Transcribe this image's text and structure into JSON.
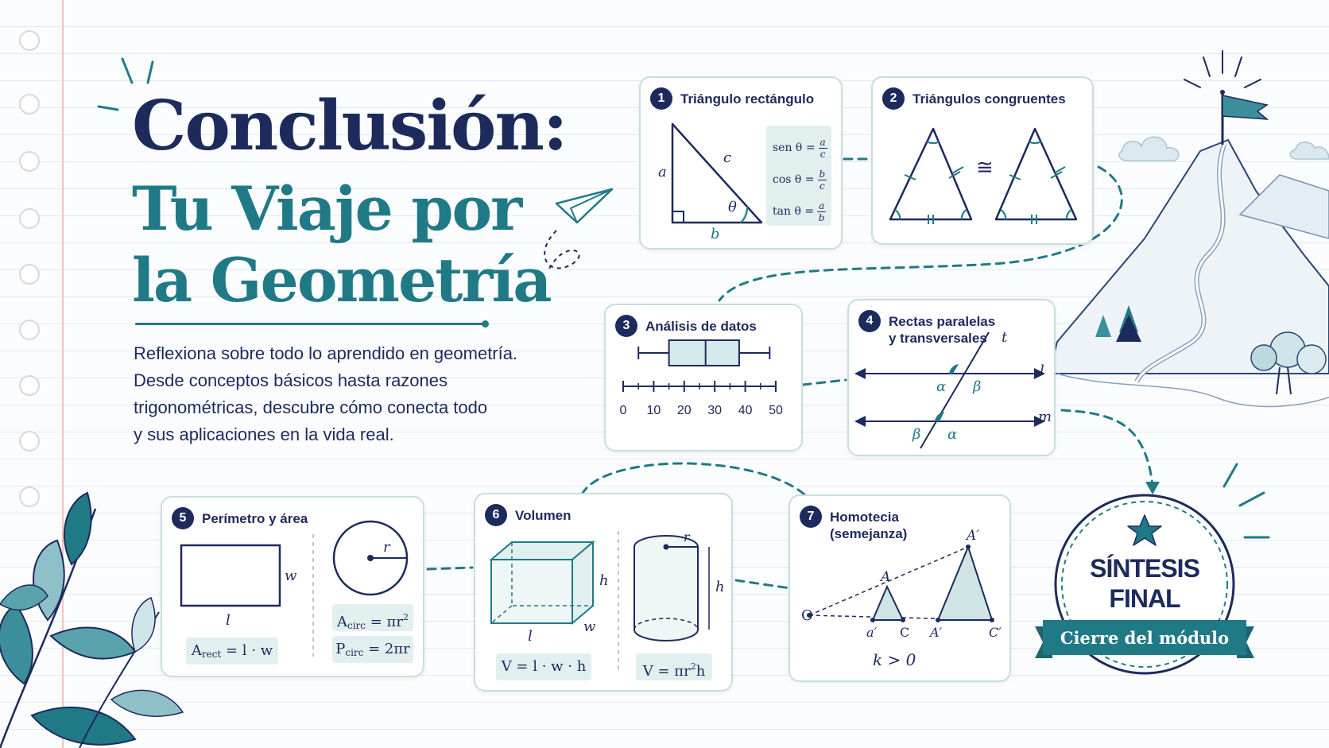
{
  "header": {
    "title_line1": "Conclusión:",
    "title_line2": "Tu Viaje por",
    "title_line3": "la Geometría"
  },
  "intro": {
    "line1": "Reflexiona sobre todo lo aprendido en geometría.",
    "line2": "Desde conceptos básicos hasta razones",
    "line3": "trigonométricas, descubre cómo conecta todo",
    "line4": "y sus aplicaciones en la vida real."
  },
  "colors": {
    "navy": "#1d2a5c",
    "teal": "#207a86",
    "light_teal": "#d4eaea",
    "formula_bg": "#e2efef"
  },
  "cards": [
    {
      "number": "1",
      "title": "Triángulo rectángulo",
      "labels": {
        "a": "a",
        "b": "b",
        "c": "c",
        "theta": "θ"
      },
      "formulas": [
        {
          "fn": "sen θ =",
          "num": "a",
          "den": "c"
        },
        {
          "fn": "cos θ =",
          "num": "b",
          "den": "c"
        },
        {
          "fn": "tan θ =",
          "num": "a",
          "den": "b"
        }
      ]
    },
    {
      "number": "2",
      "title": "Triángulos congruentes",
      "symbol": "≅"
    },
    {
      "number": "3",
      "title": "Análisis de datos",
      "boxplot": {
        "min": 5,
        "q1": 15,
        "median": 27,
        "q3": 38,
        "max": 48
      },
      "axis_ticks": [
        "0",
        "10",
        "20",
        "30",
        "40",
        "50"
      ]
    },
    {
      "number": "4",
      "title_line1": "Rectas paralelas",
      "title_line2": "y transversales",
      "labels": {
        "t": "t",
        "l": "l",
        "m": "m",
        "alpha": "α",
        "beta": "β"
      }
    },
    {
      "number": "5",
      "title": "Perímetro y área",
      "labels": {
        "l": "l",
        "w": "w",
        "r": "r"
      },
      "rect_area": {
        "prefix": "A",
        "sub": "rect",
        "expr": " = l · w"
      },
      "circle_area": {
        "prefix": "A",
        "sub": "circ",
        "expr": " = πr",
        "sup": "2"
      },
      "circle_perimeter": {
        "prefix": "P",
        "sub": "circ",
        "expr": " = 2πr"
      }
    },
    {
      "number": "6",
      "title": "Volumen",
      "labels": {
        "l": "l",
        "w": "w",
        "h": "h",
        "r": "r"
      },
      "prism_volume": "V = l · w · h",
      "cylinder_volume": {
        "expr": "V = πr",
        "sup": "2",
        "tail": "h"
      }
    },
    {
      "number": "7",
      "title_line1": "Homotecia",
      "title_line2": "(semejanza)",
      "labels": {
        "O": "O",
        "A": "A",
        "A_prime": "A′",
        "a_prime": "a′",
        "C": "C",
        "C_prime": "C′",
        "A2_prime": "A′"
      },
      "ratio": "k > 0"
    }
  ],
  "seal": {
    "line1": "SÍNTESIS",
    "line2": "FINAL",
    "banner": "Cierre del módulo"
  },
  "decor_icons": [
    "paper-plane-icon",
    "mountain-flag-icon",
    "leaves-icon",
    "star-icon",
    "cloud-icon"
  ]
}
